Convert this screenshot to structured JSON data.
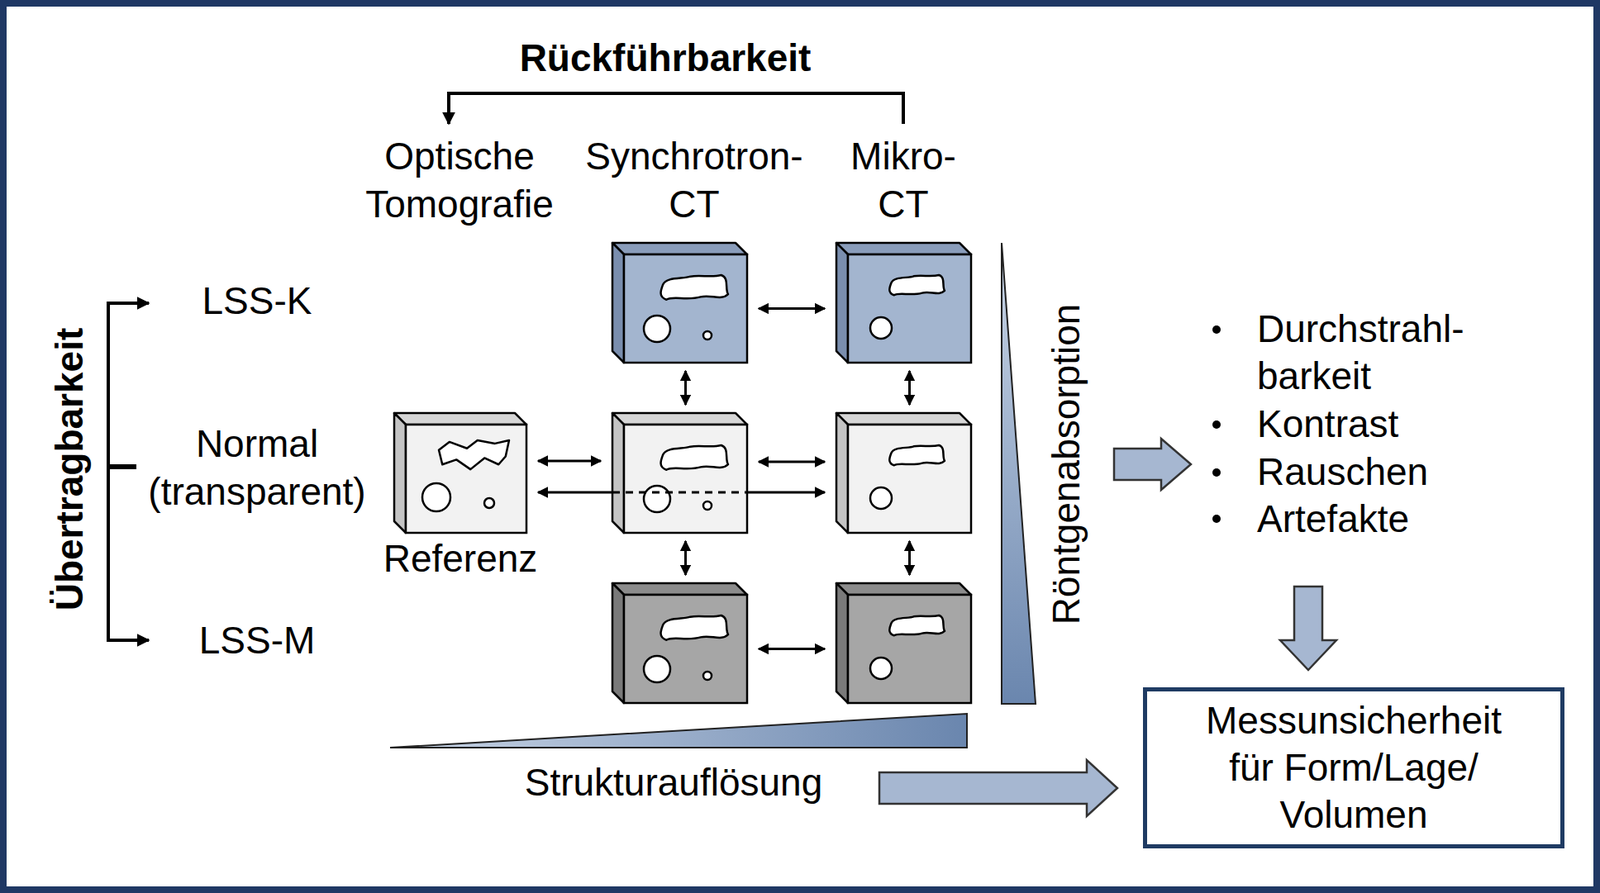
{
  "diagram": {
    "nodes": [
      {
        "text": []
      },
      {
        "text": []
      },
      {
        "text": [
          "Referenz"
        ]
      },
      {
        "text": []
      },
      {
        "text": []
      },
      {
        "text": []
      },
      {
        "text": []
      },
      {
        "text": [
          "Messunsicherheit für Form/Lage/ Volumen"
        ]
      }
    ],
    "edges": [
      {
        "from": 0,
        "to": 1,
        "arrow": "both"
      },
      {
        "from": 0,
        "to": 3,
        "arrow": "both"
      },
      {
        "from": 1,
        "to": 4,
        "arrow": "both"
      },
      {
        "from": 2,
        "to": 3,
        "arrow": "both"
      },
      {
        "from": 2,
        "to": 4,
        "arrow": "both"
      },
      {
        "from": 3,
        "to": 4,
        "arrow": "both"
      },
      {
        "from": 3,
        "to": 5,
        "arrow": "both"
      },
      {
        "from": 4,
        "to": 6,
        "arrow": "both"
      },
      {
        "from": 5,
        "to": 6,
        "arrow": "both"
      }
    ],
    "labels": [
      "Rückführbarkeit",
      "Optische Tomografie",
      "Synchrotron- CT",
      "Mikro- CT",
      "Übertragbarkeit",
      "LSS-K",
      "Normal (transparent)",
      "LSS-M",
      "Röntgenabsorption",
      "Durchstrahl- barkeit",
      "Kontrast",
      "Rauschen",
      "Artefakte",
      "Strukturauflösung"
    ]
  }
}
